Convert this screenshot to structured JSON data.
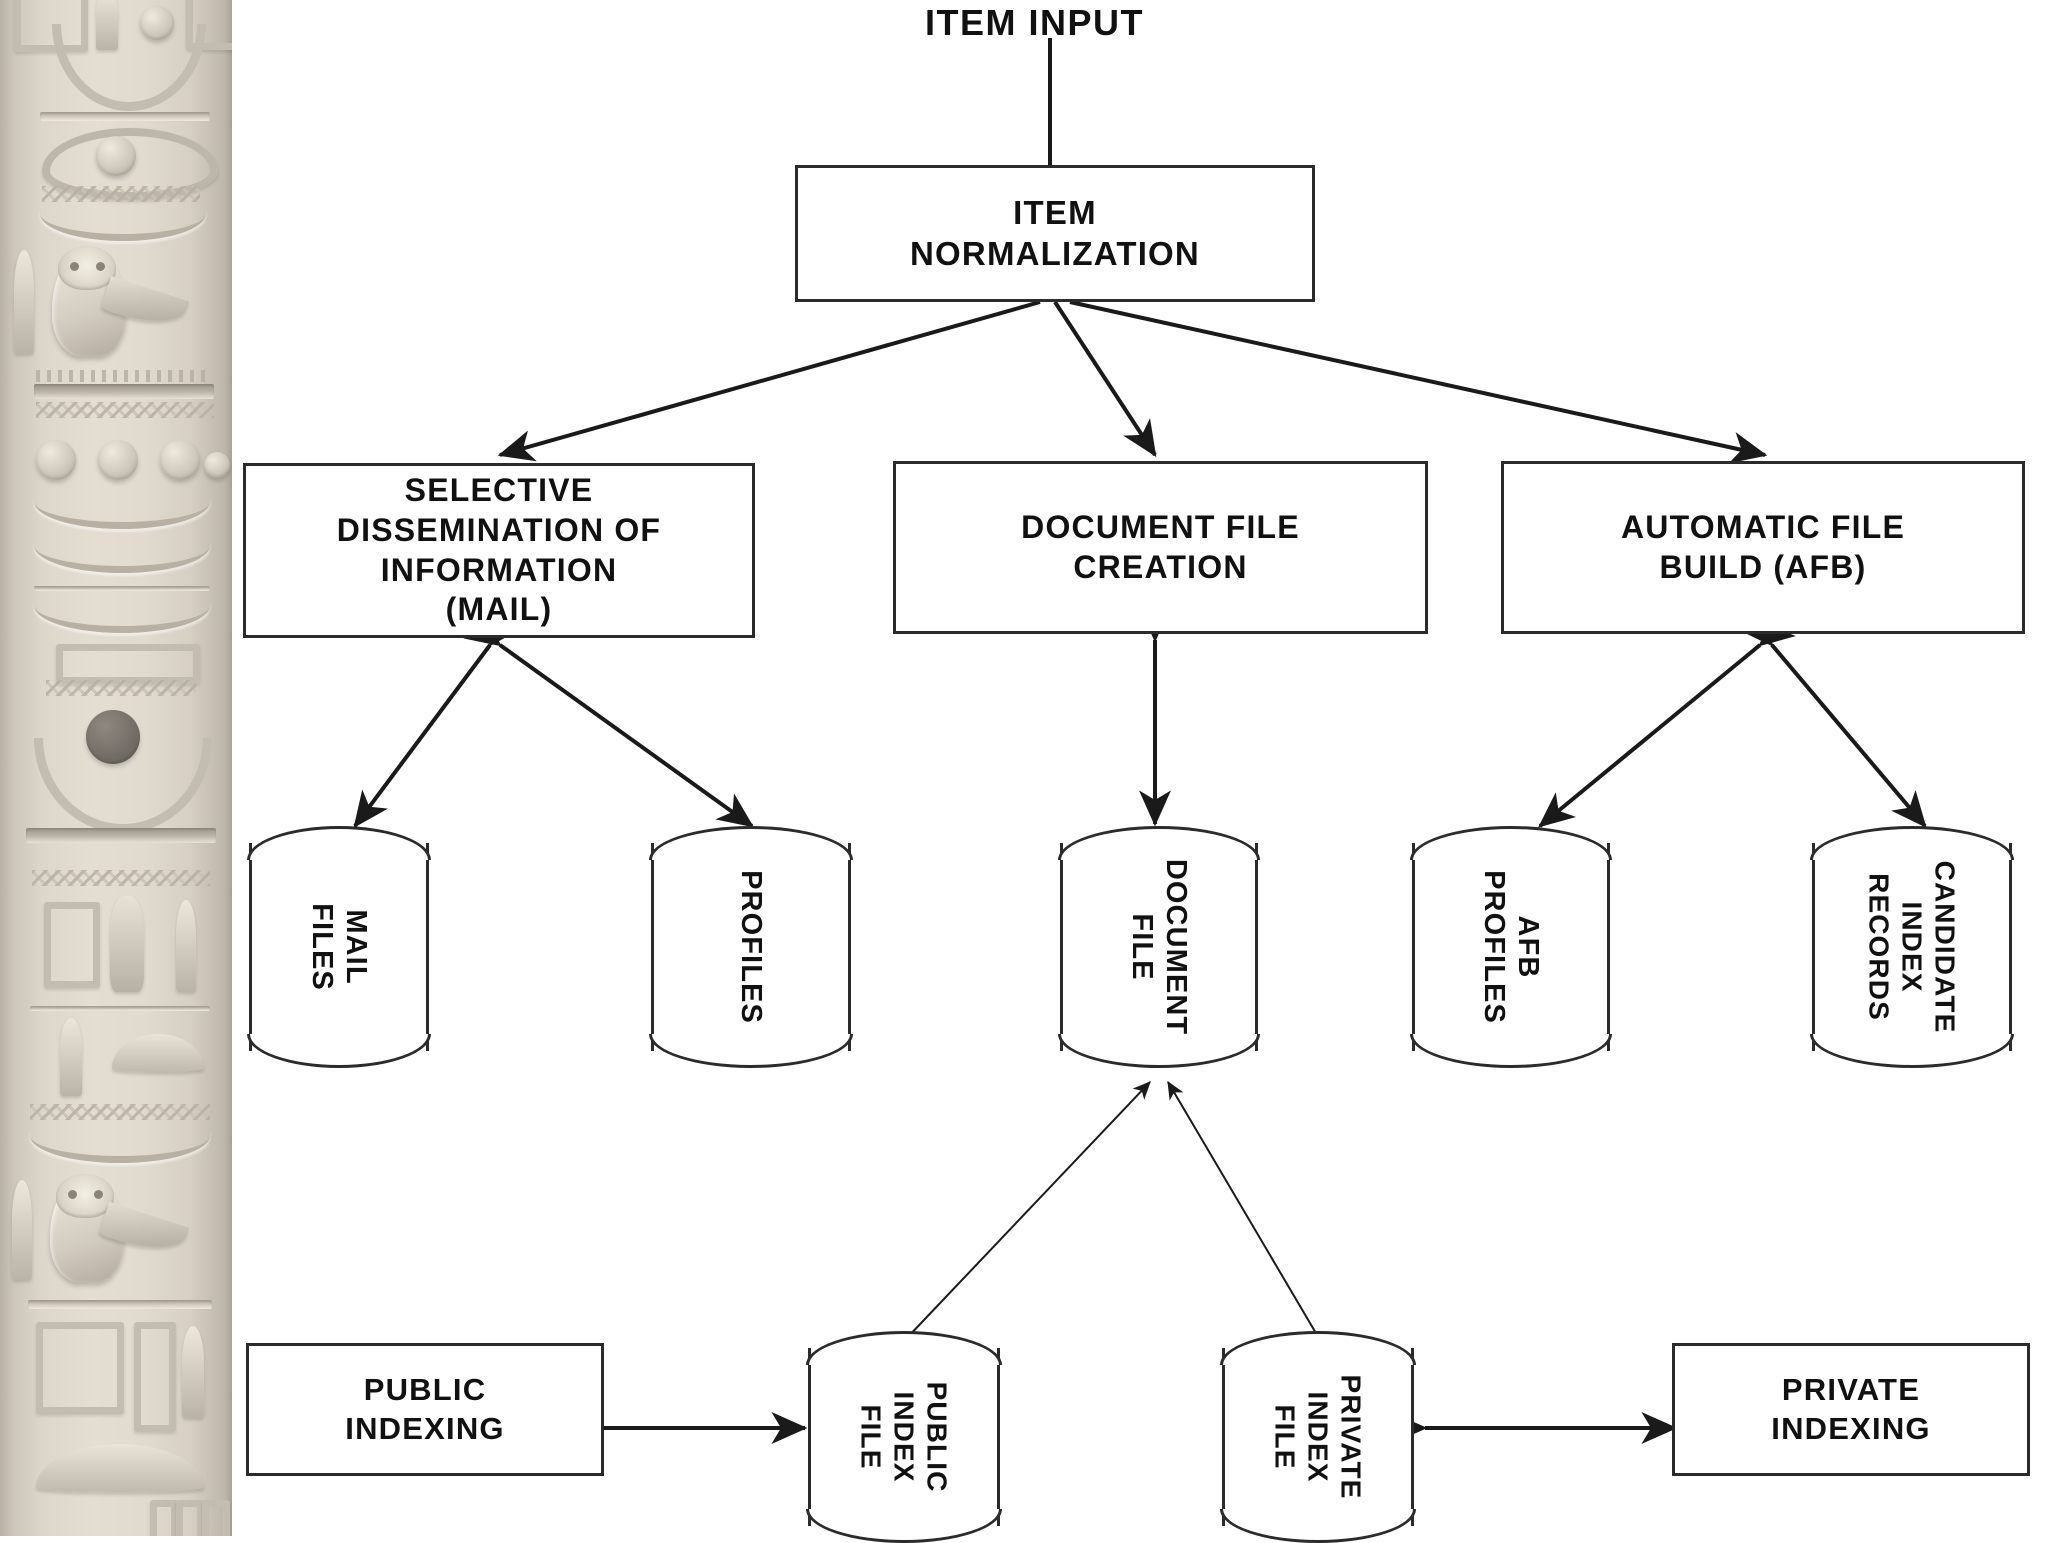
{
  "diagram": {
    "title_text": "ITEM INPUT",
    "colors": {
      "stroke": "#2b2b2b",
      "text": "#111111",
      "background": "#ffffff"
    },
    "nodes": {
      "item_input": "ITEM INPUT",
      "item_normalization": "ITEM\nNORMALIZATION",
      "sdi": "SELECTIVE\nDISSEMINATION OF\nINFORMATION\n(MAIL)",
      "document_file_creation": "DOCUMENT FILE\nCREATION",
      "automatic_file_build": "AUTOMATIC FILE\nBUILD (AFB)",
      "public_indexing": "PUBLIC\nINDEXING",
      "private_indexing": "PRIVATE\nINDEXING"
    },
    "stores": {
      "mail_files": "MAIL FILES",
      "profiles": "PROFILES",
      "document_file": "DOCUMENT\nFILE",
      "afb_profiles": "AFB\nPROFILES",
      "candidate_index_records": "CANDIDATE\nINDEX\nRECORDS",
      "public_index_file": "PUBLIC\nINDEX\nFILE",
      "private_index_file": "PRIVATE\nINDEX\nFILE"
    }
  },
  "sidebar": {
    "image_name": "egyptian-hieroglyph-relief"
  }
}
